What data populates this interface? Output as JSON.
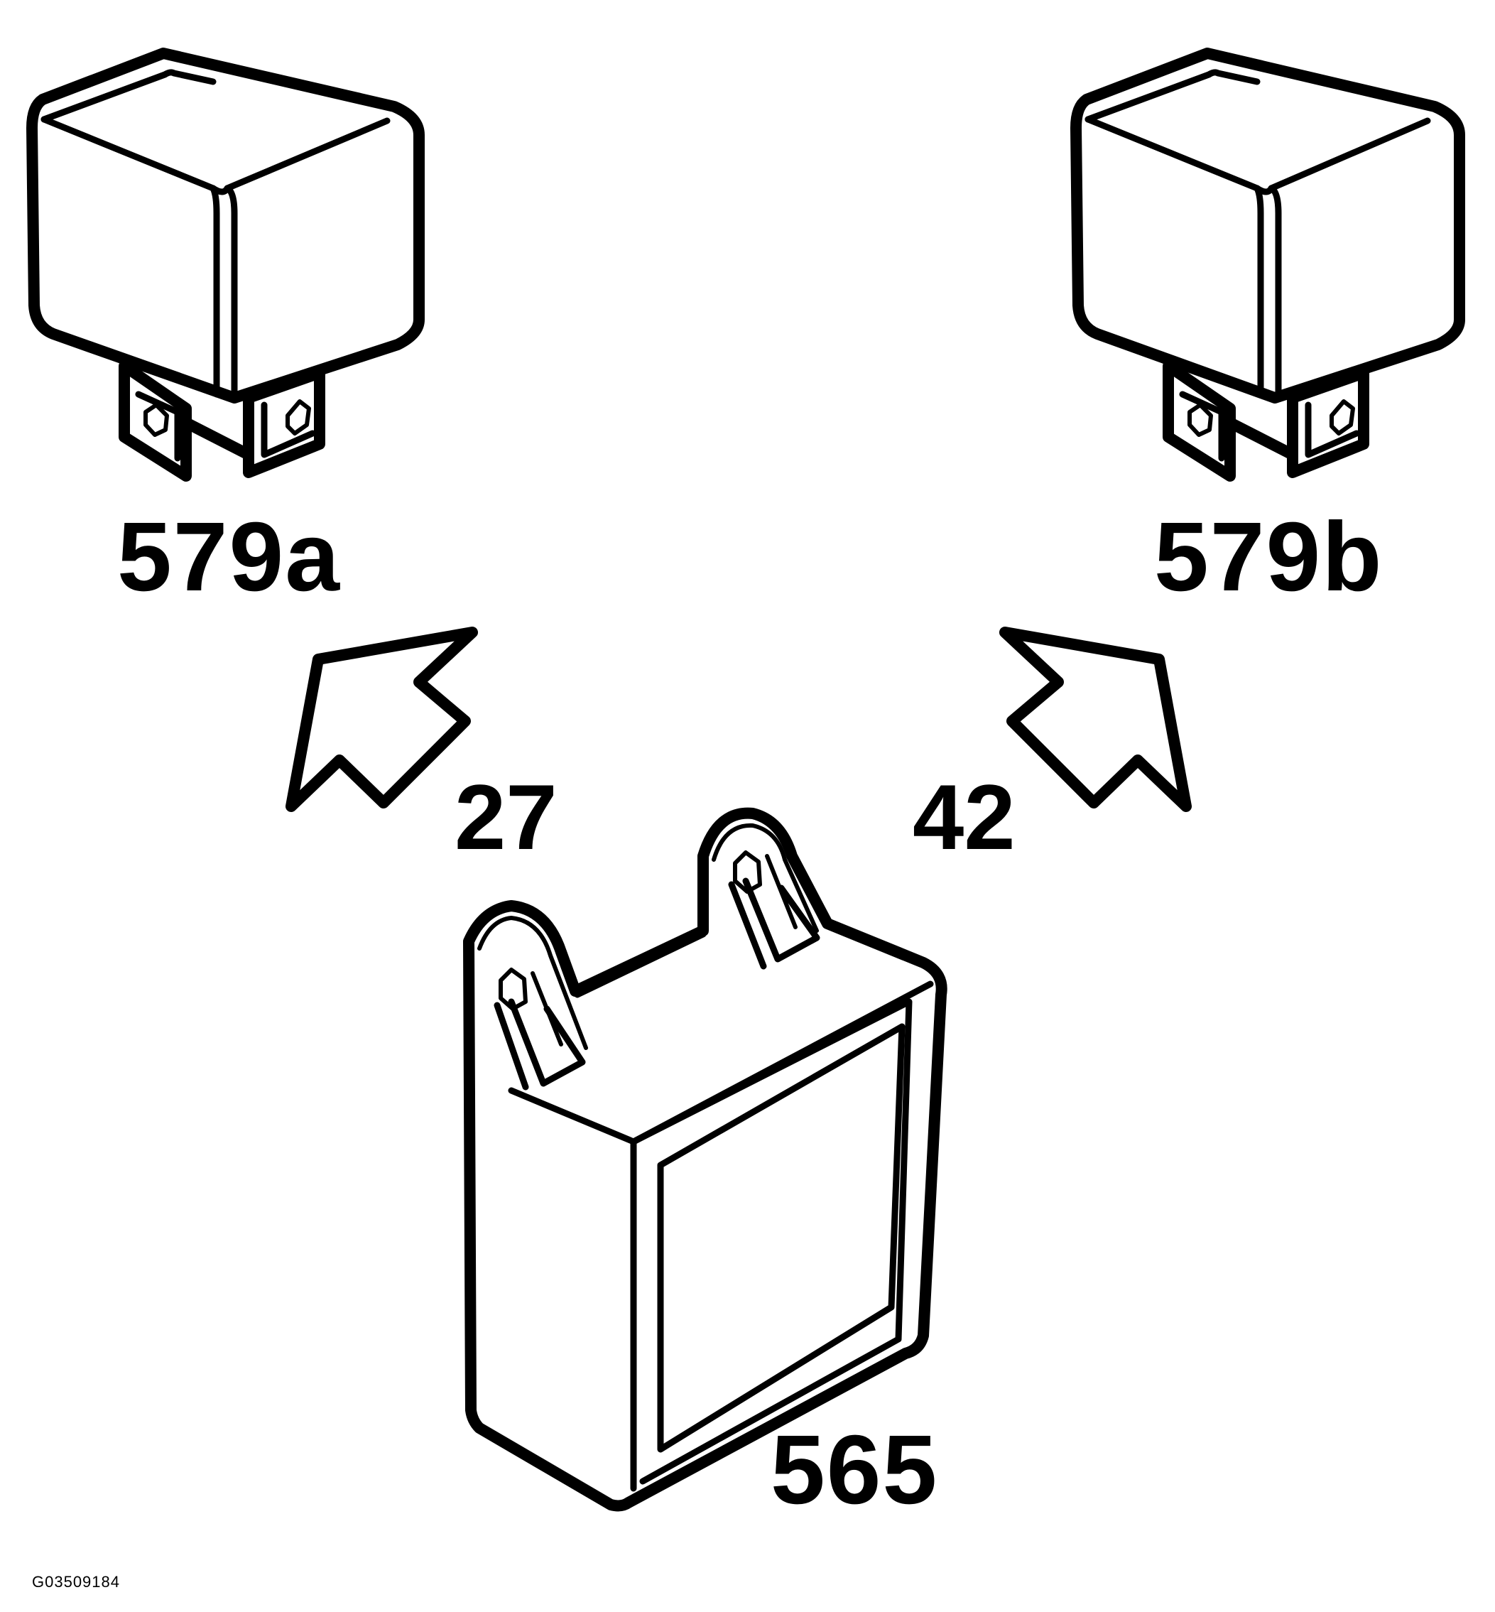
{
  "labels": {
    "relay_a": "579a",
    "relay_b": "579b",
    "arrow_a": "27",
    "arrow_b": "42",
    "module": "565",
    "figure_id": "G03509184"
  }
}
